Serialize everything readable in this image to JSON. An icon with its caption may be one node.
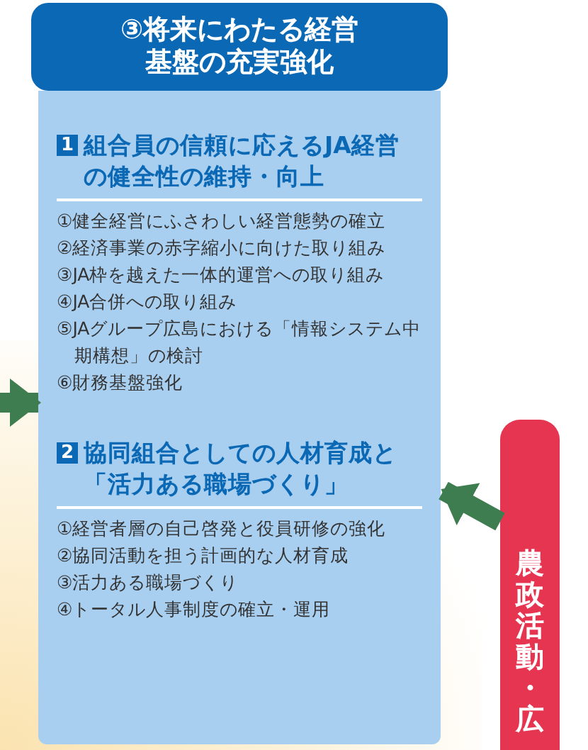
{
  "diagram": {
    "nodes": [
      {
        "text": [
          "③将来にわたる経営基盤の充実強化"
        ]
      },
      {
        "text": [
          "1",
          "組合員の信頼に応えるJA経営の健全性の維持・向上",
          "①健全経営にふさわしい経営態勢の確立",
          "②経済事業の赤字縮小に向けた取り組み",
          "③JA枠を越えた一体的運営への取り組み",
          "④JA合併への取り組み",
          "⑤JAグループ広島における「情報システム中期構想」の検討",
          "⑥財務基盤強化",
          "2",
          "協同組合としての人材育成と「活力ある職場づくり」",
          "①経営者層の自己啓発と役員研修の強化",
          "②協同活動を担う計画的な人材育成",
          "③活力ある職場づくり",
          "④トータル人事制度の確立・運用"
        ]
      },
      {
        "text": [
          "農政活動・広"
        ]
      }
    ],
    "edges": [
      {
        "from": null,
        "to": 1,
        "arrow": "to"
      },
      {
        "from": 2,
        "to": 1,
        "arrow": "to"
      }
    ]
  }
}
